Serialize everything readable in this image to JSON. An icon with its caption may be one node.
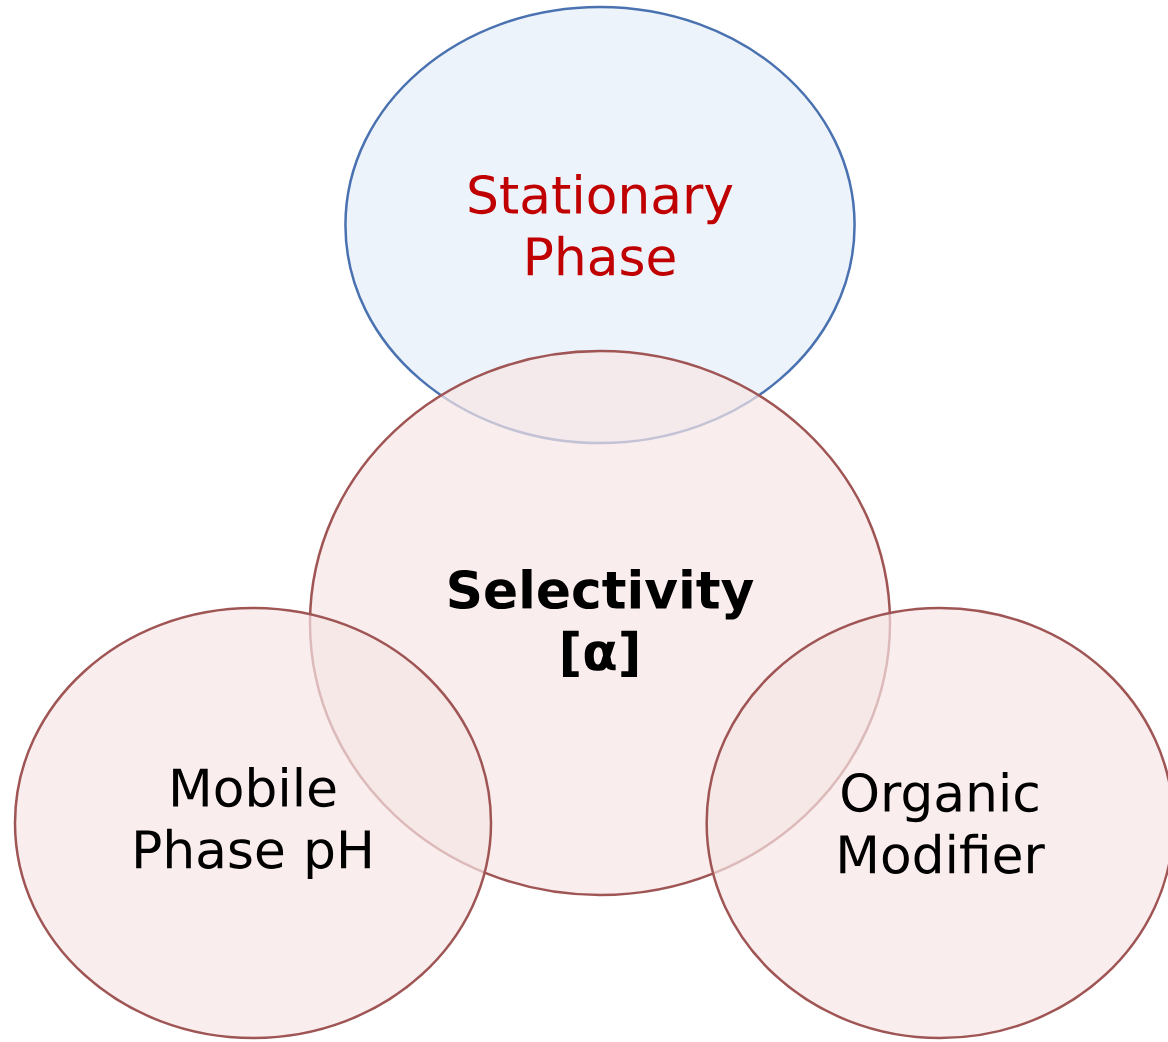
{
  "diagram": {
    "nodes": [
      {
        "text": [
          "Stationary Phase"
        ]
      },
      {
        "text": [
          "**Selectivity** **[α]**"
        ]
      },
      {
        "text": [
          "Mobile Phase pH"
        ]
      },
      {
        "text": [
          "Organic Modifier"
        ]
      }
    ]
  }
}
